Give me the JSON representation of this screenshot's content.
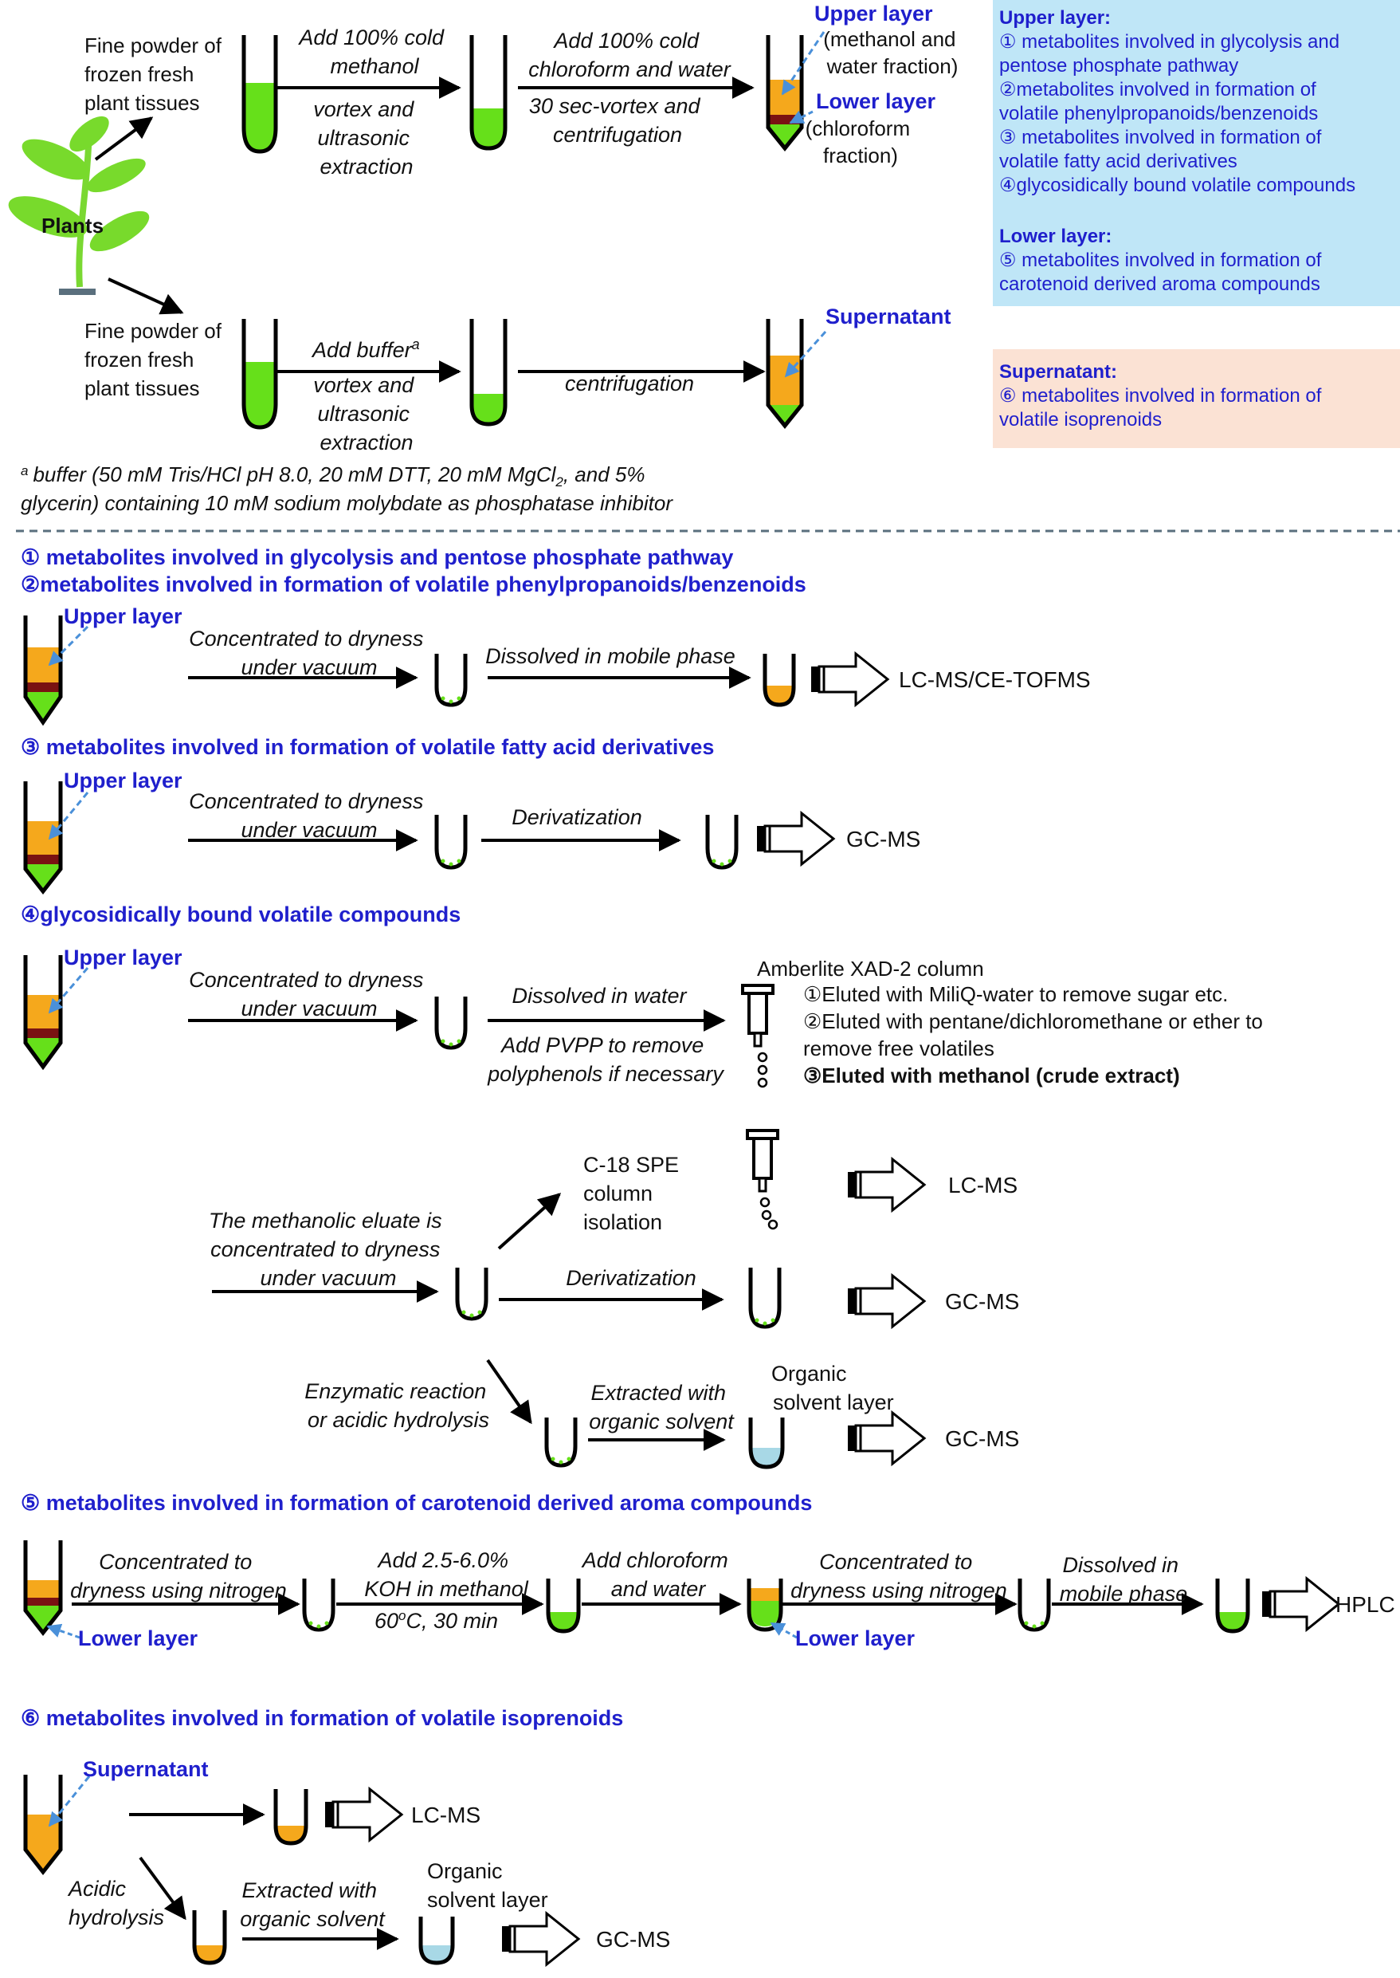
{
  "colors": {
    "blue_heading": "#1f1fcc",
    "tube_green": "#66e01a",
    "tube_orange": "#f5a81c",
    "tube_dark_red": "#7a1212",
    "tube_light_blue": "#a8d8e6",
    "upper_box_bg": "#bfe6f7",
    "supernatant_box_bg": "#fbe2d4",
    "arrow_blue_dashed": "#4a90d9"
  },
  "icons": [
    "plant-icon",
    "tube-icon",
    "column-icon",
    "hollow-arrow-icon",
    "dashed-pointer-arrow"
  ],
  "top": {
    "plants_label": "Plants",
    "powder_label": [
      "Fine powder of",
      "frozen fresh",
      "plant tissues"
    ],
    "row1": {
      "step1_top": [
        "Add 100% cold",
        "methanol"
      ],
      "step1_bottom": [
        "vortex and",
        "ultrasonic",
        "extraction"
      ],
      "step2_top": [
        "Add 100% cold",
        "chloroform and water"
      ],
      "step2_bottom": [
        "30 sec-vortex and",
        "centrifugation"
      ],
      "upper_layer": "Upper layer",
      "upper_layer_note": [
        "(methanol and",
        "water fraction)"
      ],
      "lower_layer": "Lower layer",
      "lower_layer_note": [
        "(chloroform",
        "fraction)"
      ]
    },
    "row2": {
      "step1_top": "Add buffer",
      "step1_sup": "a",
      "step1_bottom": [
        "vortex and",
        "ultrasonic",
        "extraction"
      ],
      "step2": "centrifugation",
      "supernatant": "Supernatant"
    },
    "footnote_mark": "a",
    "footnote_line1_a": "buffer (50 mM Tris/HCl pH 8.0, 20 mM DTT, 20 mM MgCl",
    "footnote_line1_sub": "2",
    "footnote_line1_b": ", and 5%",
    "footnote_line2": "glycerin) containing 10 mM sodium molybdate as phosphatase inhibitor",
    "upper_box": {
      "heading": "Upper layer:",
      "lines": [
        "① metabolites involved in glycolysis and",
        "pentose phosphate pathway",
        "②metabolites involved in formation of",
        "volatile phenylpropanoids/benzenoids",
        "③ metabolites involved in formation of",
        "volatile fatty acid derivatives",
        "④glycosidically bound volatile compounds"
      ],
      "heading2": "Lower layer:",
      "lines2": [
        "⑤ metabolites involved in formation of",
        "carotenoid derived aroma compounds"
      ]
    },
    "super_box": {
      "heading": "Supernatant:",
      "lines": [
        "⑥ metabolites involved in formation of",
        "volatile isoprenoids"
      ]
    }
  },
  "s12": {
    "title1": "① metabolites involved in glycolysis and pentose phosphate pathway",
    "title2": "②metabolites involved in formation of volatile phenylpropanoids/benzenoids",
    "upper_layer": "Upper layer",
    "step1": [
      "Concentrated to dryness",
      "under vacuum"
    ],
    "step2": "Dissolved in mobile phase",
    "result": "LC-MS/CE-TOFMS"
  },
  "s3": {
    "title": "③ metabolites involved in formation of volatile fatty acid derivatives",
    "upper_layer": "Upper layer",
    "step1": [
      "Concentrated to dryness",
      "under vacuum"
    ],
    "step2": "Derivatization",
    "result": "GC-MS"
  },
  "s4": {
    "title": "④glycosidically bound volatile compounds",
    "upper_layer": "Upper layer",
    "step1": [
      "Concentrated to dryness",
      "under vacuum"
    ],
    "step2_top": "Dissolved in water",
    "step2_bottom": [
      "Add  PVPP  to remove",
      "polyphenols if necessary"
    ],
    "column_label": "Amberlite  XAD-2 column",
    "elute1": "①Eluted with MiliQ-water to remove sugar etc.",
    "elute2": [
      "②Eluted with pentane/dichloromethane or ether to",
      "remove free volatiles"
    ],
    "elute3": "③Eluted with methanol (crude extract)",
    "eluate": [
      "The methanolic eluate is",
      "concentrated to dryness",
      "under vacuum"
    ],
    "c18": [
      "C-18 SPE",
      "column",
      "isolation"
    ],
    "lcms": "LC-MS",
    "deriv": "Derivatization",
    "gcms1": "GC-MS",
    "enzymatic": [
      "Enzymatic reaction",
      "or  acidic hydrolysis"
    ],
    "extracted": [
      "Extracted with",
      "organic solvent"
    ],
    "organic": [
      "Organic",
      "solvent layer"
    ],
    "gcms2": "GC-MS"
  },
  "s5": {
    "title": "⑤ metabolites involved in formation of carotenoid derived aroma compounds",
    "step1": [
      "Concentrated to",
      "dryness using nitrogen"
    ],
    "lower_layer": "Lower layer",
    "step2_top": [
      "Add 2.5-6.0%",
      "KOH in methanol"
    ],
    "step2_bottom": "60",
    "step2_sup": "o",
    "step2_bottom_b": "C, 30 min",
    "step3": [
      "Add chloroform",
      "and water"
    ],
    "step4": [
      "Concentrated to",
      "dryness using nitrogen"
    ],
    "lower_layer2": "Lower layer",
    "step5": [
      "Dissolved in",
      "mobile phase"
    ],
    "result": "HPLC"
  },
  "s6": {
    "title": "⑥ metabolites involved in formation of volatile isoprenoids",
    "supernatant": "Supernatant",
    "lcms": "LC-MS",
    "acidic": [
      "Acidic",
      "hydrolysis"
    ],
    "extracted": [
      "Extracted with",
      "organic solvent"
    ],
    "organic": [
      "Organic",
      "solvent layer"
    ],
    "gcms": "GC-MS"
  }
}
